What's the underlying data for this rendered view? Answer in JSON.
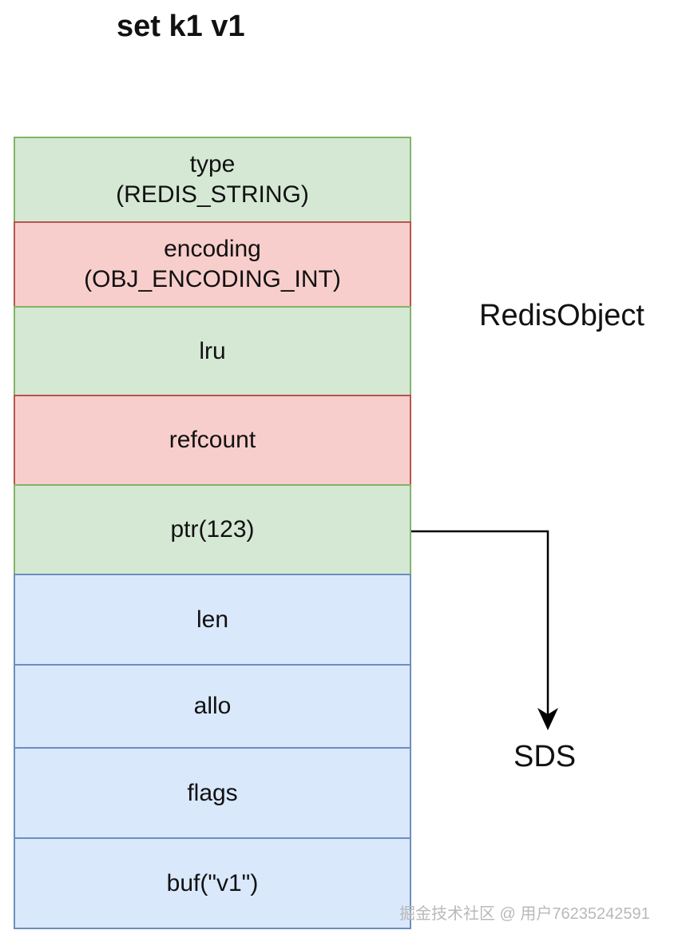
{
  "title": "set k1 v1",
  "redis_object": {
    "label": "RedisObject",
    "fields": [
      {
        "text": "type\n(REDIS_STRING)",
        "color": "green"
      },
      {
        "text": "encoding\n(OBJ_ENCODING_INT)",
        "color": "red"
      },
      {
        "text": "lru",
        "color": "green"
      },
      {
        "text": "refcount",
        "color": "red"
      },
      {
        "text": "ptr(123)",
        "color": "green"
      }
    ]
  },
  "sds": {
    "label": "SDS",
    "fields": [
      {
        "text": "len",
        "color": "blue"
      },
      {
        "text": "allo",
        "color": "blue"
      },
      {
        "text": "flags",
        "color": "blue"
      },
      {
        "text": "buf(\"v1\")",
        "color": "blue"
      }
    ]
  },
  "colors": {
    "green_fill": "#d5e8d4",
    "green_border": "#82b366",
    "red_fill": "#f8cecc",
    "red_border": "#b85450",
    "blue_fill": "#dae8fc",
    "blue_border": "#6c8ebf"
  },
  "watermark": "掘金技术社区 @ 用户76235242591"
}
